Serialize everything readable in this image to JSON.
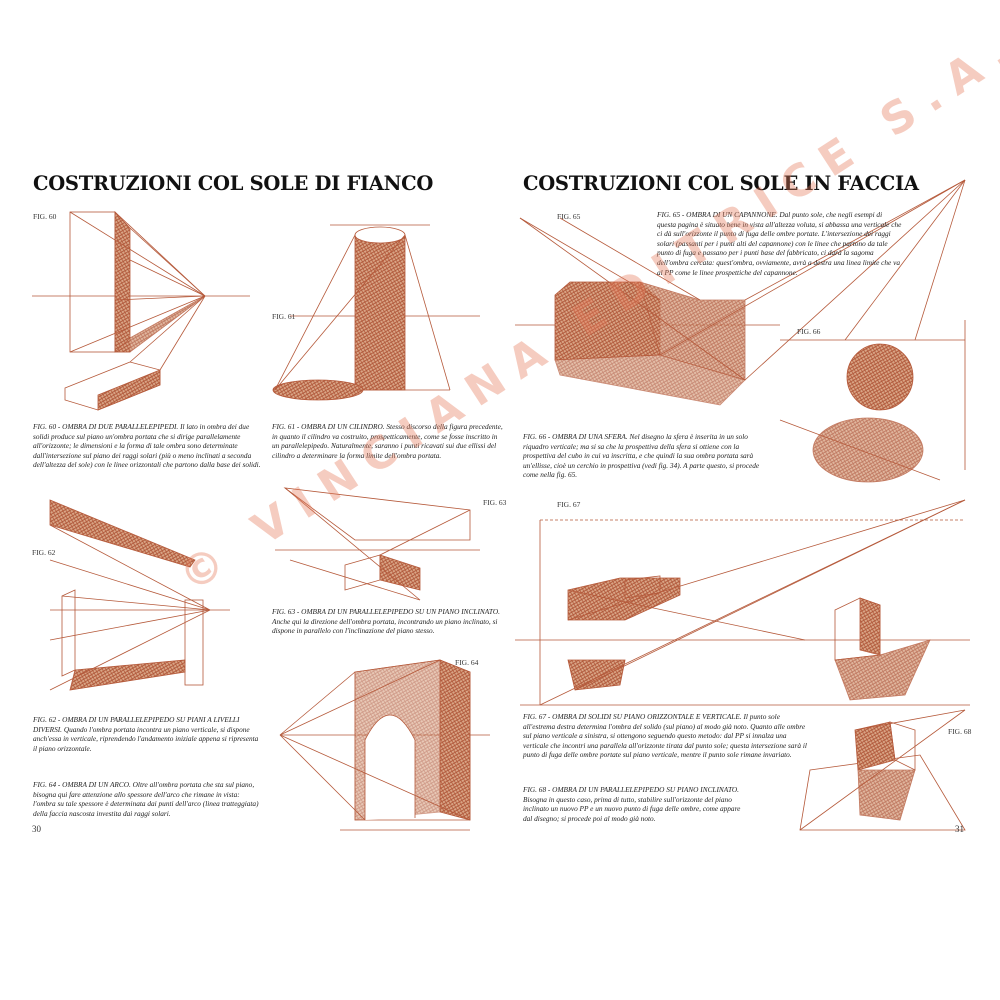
{
  "left_page": {
    "title": "COSTRUZIONI COL SOLE DI FIANCO",
    "page_number": "30",
    "figures": [
      {
        "label": "FIG. 60",
        "caption_lead": "FIG. 60 - OMBRA DI DUE PARALLELEPIPEDI.",
        "caption": "Il lato in ombra dei due solidi produce sul piano un'ombra portata che si dirige parallelamente all'orizzonte; le dimensioni e la forma di tale ombra sono determinate dall'intersezione sul piano dei raggi solari (più o meno inclinati a seconda dell'altezza del sole) con le linee orizzontali che partono dalla base dei solidi."
      },
      {
        "label": "FIG. 61",
        "caption_lead": "FIG. 61 - OMBRA DI UN CILINDRO.",
        "caption": "Stesso discorso della figura precedente, in quanto il cilindro va costruito, prospetticamente, come se fosse inscritto in un parallelepipedo. Naturalmente, saranno i punti ricavati sui due ellissi del cilindro a determinare la forma limite dell'ombra portata."
      },
      {
        "label": "FIG. 62",
        "caption_lead": "FIG. 62 - OMBRA DI UN PARALLELEPIPEDO SU PIANI A LIVELLI DIVERSI.",
        "caption": "Quando l'ombra portata incontra un piano verticale, si dispone anch'essa in verticale, riprendendo l'andamento iniziale appena si ripresenta il piano orizzontale."
      },
      {
        "label": "FIG. 63",
        "caption_lead": "FIG. 63 - OMBRA DI UN PARALLELEPIPEDO SU UN PIANO INCLINATO.",
        "caption": "Anche qui la direzione dell'ombra portata, incontrando un piano inclinato, si dispone in parallelo con l'inclinazione del piano stesso."
      },
      {
        "label": "FIG. 64",
        "caption_lead": "FIG. 64 - OMBRA DI UN ARCO.",
        "caption": "Oltre all'ombra portata che sta sul piano, bisogna qui fare attenzione allo spessore dell'arco che rimane in vista: l'ombra su tale spessore è determinata dai punti dell'arco (linea tratteggiata) della faccia nascosta investita dai raggi solari."
      }
    ]
  },
  "right_page": {
    "title": "COSTRUZIONI COL SOLE IN FACCIA",
    "page_number": "31",
    "figures": [
      {
        "label": "FIG. 65",
        "caption_lead": "FIG. 65 - OMBRA DI UN CAPANNONE.",
        "caption": "Dal punto sole, che negli esempi di questa pagina è situato bene in vista all'altezza voluta, si abbassa una verticale che ci dà sull'orizzonte il punto di fuga delle ombre portate. L'intersezione dei raggi solari (passanti per i punti alti del capannone) con le linee che partono da tale punto di fuga e passano per i punti base del fabbricato, ci darà la sagoma dell'ombra cercata: quest'ombra, ovviamente, avrà a destra una linea limite che va al PP come le linee prospettiche del capannone."
      },
      {
        "label": "FIG. 66",
        "caption_lead": "FIG. 66 - OMBRA DI UNA SFERA.",
        "caption": "Nel disegno la sfera è inserita in un solo riquadro verticale; ma si sa che la prospettiva della sfera si ottiene con la prospettiva del cubo in cui va inscritta, e che quindi la sua ombra portata sarà un'ellisse, cioè un cerchio in prospettiva (vedi fig. 34). A parte questo, si procede come nella fig. 65."
      },
      {
        "label": "FIG. 67",
        "caption_lead": "FIG. 67 - OMBRA DI SOLIDI SU PIANO ORIZZONTALE E VERTICALE.",
        "caption": "Il punto sole all'estrema destra determina l'ombra del solido (sul piano) al modo già noto. Quanto alle ombre sul piano verticale a sinistra, si ottengono seguendo questo metodo: dal PP si innalza una verticale che incontri una parallela all'orizzonte tirata dal punto sole; questa intersezione sarà il punto di fuga delle ombre portate sul piano verticale, mentre il punto sole rimane invariato."
      },
      {
        "label": "FIG. 68",
        "caption_lead": "FIG. 68 - OMBRA DI UN PARALLELEPIPEDO SU PIANO INCLINATO.",
        "caption": "Bisogna in questo caso, prima di tutto, stabilire sull'orizzonte del piano inclinato un nuovo PP e un nuovo punto di fuga delle ombre, come appare dal disegno; si procede poi al modo già noto."
      }
    ]
  },
  "watermark": "© VINCIANA EDITRICE S.A.S.",
  "colors": {
    "ink": "#b5593a",
    "shade": "#c98866",
    "watermark": "#e6785a"
  }
}
